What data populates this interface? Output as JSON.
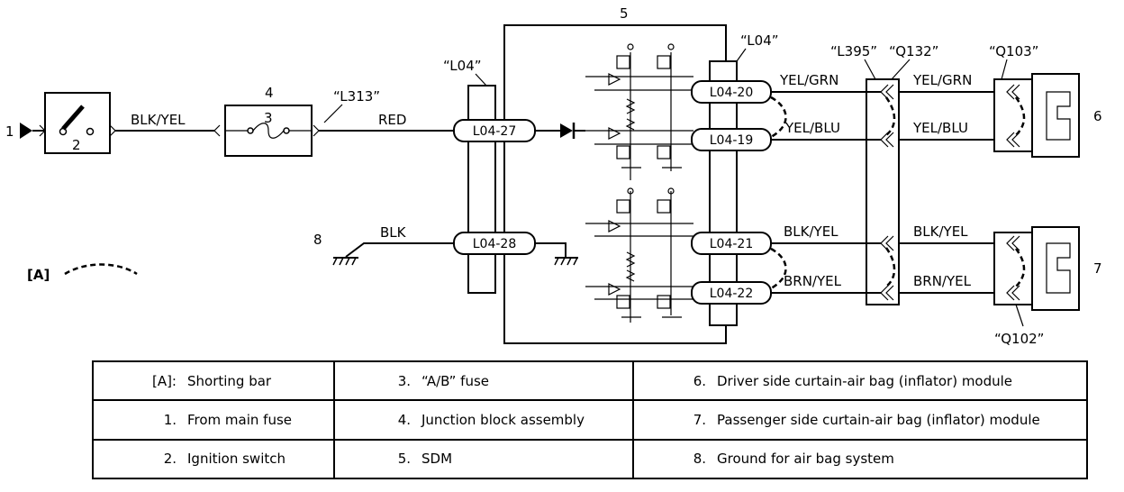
{
  "callouts": {
    "n1": "1",
    "n2": "2",
    "n3": "3",
    "n4": "4",
    "n5": "5",
    "n6": "6",
    "n7": "7",
    "n8": "8",
    "a": "[A]"
  },
  "wires": {
    "blk_yel_left": "BLK/YEL",
    "red": "RED",
    "blk": "BLK",
    "yel_grn_1": "YEL/GRN",
    "yel_blu_1": "YEL/BLU",
    "yel_grn_2": "YEL/GRN",
    "yel_blu_2": "YEL/BLU",
    "blk_yel_1": "BLK/YEL",
    "brn_yel_1": "BRN/YEL",
    "blk_yel_2": "BLK/YEL",
    "brn_yel_2": "BRN/YEL"
  },
  "connector_refs": {
    "l313": "“L313”",
    "l04_left": "“L04”",
    "l04_right": "“L04”",
    "l395": "“L395”",
    "q132": "“Q132”",
    "q103": "“Q103”",
    "q102": "“Q102”"
  },
  "pins": {
    "p27": "L04-27",
    "p28": "L04-28",
    "p20": "L04-20",
    "p19": "L04-19",
    "p21": "L04-21",
    "p22": "L04-22"
  },
  "legend": [
    [
      {
        "key": "[A]:",
        "text": "Shorting bar"
      },
      {
        "key": "3.",
        "text": "“A/B” fuse"
      },
      {
        "key": "6.",
        "text": "Driver side curtain-air bag (inflator) module"
      }
    ],
    [
      {
        "key": "1.",
        "text": "From main fuse"
      },
      {
        "key": "4.",
        "text": "Junction block assembly"
      },
      {
        "key": "7.",
        "text": "Passenger side curtain-air bag (inflator) module"
      }
    ],
    [
      {
        "key": "2.",
        "text": "Ignition switch"
      },
      {
        "key": "5.",
        "text": "SDM"
      },
      {
        "key": "8.",
        "text": "Ground for air bag system"
      }
    ]
  ]
}
